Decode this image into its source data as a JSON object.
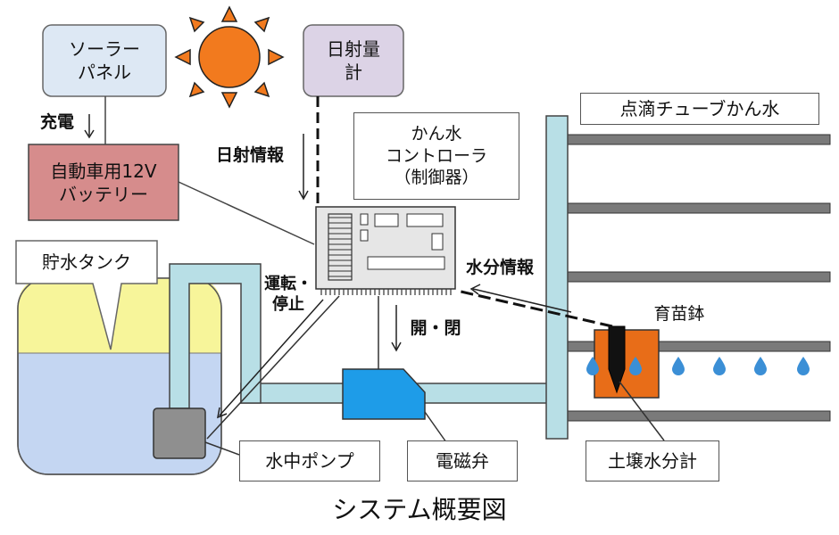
{
  "labels": {
    "solar_panel": "ソーラー\nパネル",
    "irradiance_meter": "日射量\n計",
    "charge": "充電",
    "battery": "自動車用12V\nバッテリー",
    "irradiance_info": "日射情報",
    "controller": "かん水\nコントローラ\n（制御器）",
    "drip_tube": "点滴チューブかん水",
    "tank": "貯水タンク",
    "run_stop": "運転・\n停止",
    "moisture_info": "水分情報",
    "open_close": "開・閉",
    "seedling_pot": "育苗鉢",
    "pump": "水中ポンプ",
    "solenoid_valve": "電磁弁",
    "soil_moisture_meter": "土壌水分計",
    "caption": "システム概要図"
  },
  "colors": {
    "panel_fill": "#dde8f4",
    "meter_fill": "#dcd3e6",
    "battery_fill": "#d68c8c",
    "sun": "#f27a1e",
    "pipe": "#b8dfe6",
    "water": "#c4d6f2",
    "tank_top": "#f7f59a",
    "valve": "#1e9ce8",
    "pot": "#e86d18",
    "drop": "#3b8fd6",
    "rail": "#7a7a7a"
  }
}
